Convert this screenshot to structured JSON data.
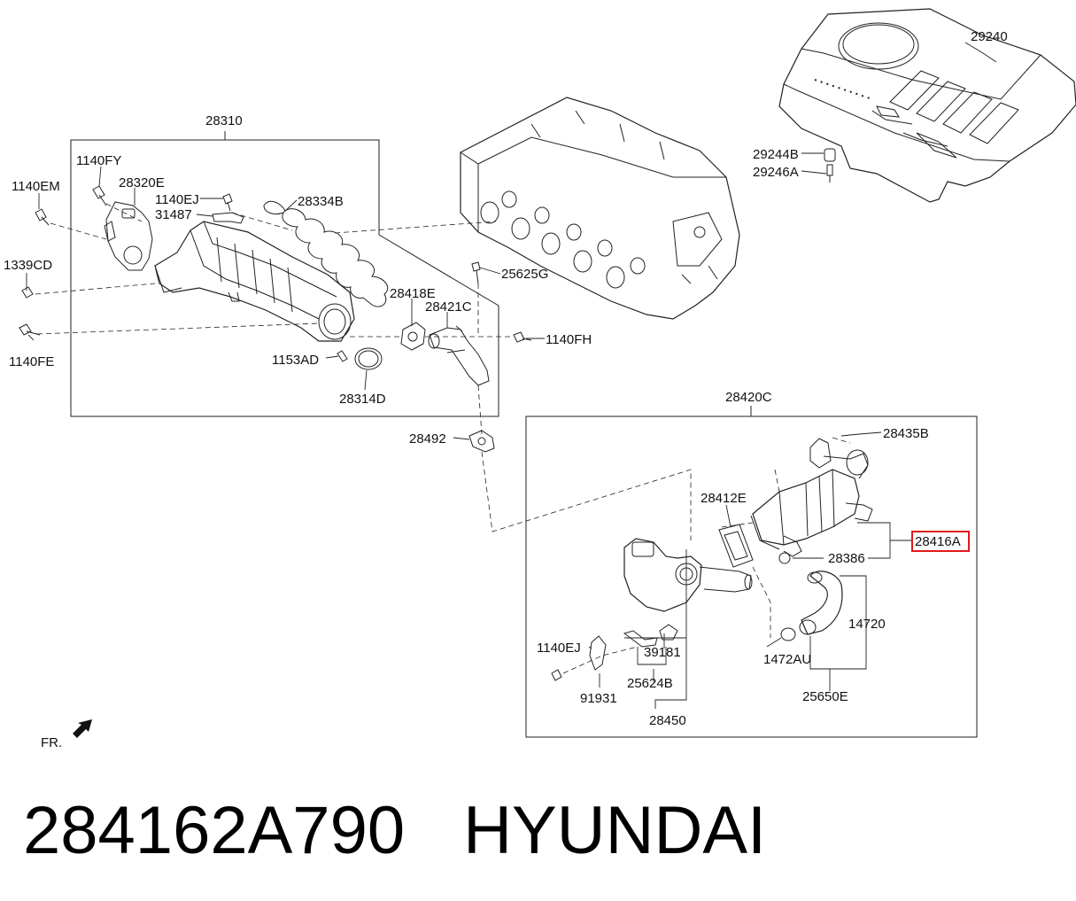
{
  "labels": {
    "c29240": "29240",
    "c29244B": "29244B",
    "c29246A": "29246A",
    "c28310": "28310",
    "c1140FY": "1140FY",
    "c1140EM": "1140EM",
    "c28320E": "28320E",
    "c1140EJ_top": "1140EJ",
    "c31487": "31487",
    "c28334B": "28334B",
    "c1339CD": "1339CD",
    "c25625G": "25625G",
    "c28418E": "28418E",
    "c28421C": "28421C",
    "c1140FE": "1140FE",
    "c1140FH": "1140FH",
    "c1153AD": "1153AD",
    "c28314D": "28314D",
    "c28420C": "28420C",
    "c28492": "28492",
    "c28435B": "28435B",
    "c28412E": "28412E",
    "c28416A": "28416A",
    "c28386": "28386",
    "c14720": "14720",
    "c1472AU": "1472AU",
    "c25650E": "25650E",
    "c1140EJ_bottom": "1140EJ",
    "c39181": "39181",
    "c25624B": "25624B",
    "c91931": "91931",
    "c28450": "28450",
    "fr": "FR."
  },
  "footer": {
    "part_number": "284162A790",
    "brand": "HYUNDAI"
  },
  "colors": {
    "highlight_box": "#e0191b",
    "highlight_text": "#555555",
    "line": "#222222"
  }
}
